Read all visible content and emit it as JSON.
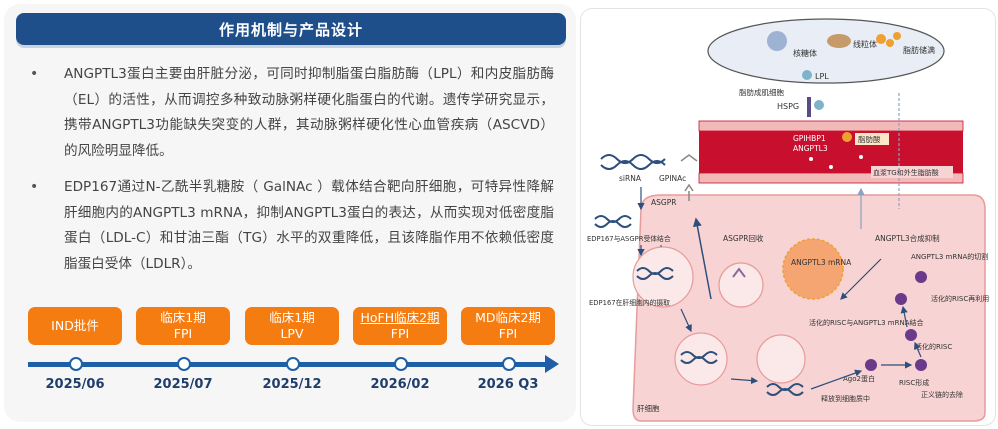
{
  "header": {
    "title": "作用机制与产品设计"
  },
  "bullets": [
    {
      "marker": "•",
      "text": "ANGPTL3蛋白主要由肝脏分泌，可同时抑制脂蛋白脂肪酶（LPL）和内皮脂肪酶（EL）的活性，从而调控多种致动脉粥样硬化脂蛋白的代谢。遗传学研究显示，携带ANGPTL3功能缺失突变的人群，其动脉粥样硬化性心血管疾病（ASCVD）的风险明显降低。"
    },
    {
      "marker": "•",
      "text": "EDP167通过N-乙酰半乳糖胺（ GalNAc ）载体结合靶向肝细胞，可特异性降解肝细胞内的ANGPTL3 mRNA，抑制ANGPTL3蛋白的表达，从而实现对低密度脂蛋白（LDL-C）和甘油三酯（TG）水平的双重降低，且该降脂作用不依赖低密度脂蛋白受体（LDLR）。"
    }
  ],
  "milestones": [
    {
      "label": "IND批件",
      "label2": "",
      "date": "2025/06"
    },
    {
      "label": "临床1期",
      "label2": "FPI",
      "date": "2025/07"
    },
    {
      "label": "临床1期",
      "label2": "LPV",
      "date": "2025/12"
    },
    {
      "label": "HoFH临床2期",
      "label2": "FPI",
      "date": "2026/02"
    },
    {
      "label": "MD临床2期",
      "label2": "FPI",
      "date": "2026 Q3"
    }
  ],
  "diagram": {
    "labels": {
      "nucleus": "核糖体",
      "mitochondria": "线粒体",
      "fat_storage": "脂肪储满",
      "lpl": "LPL",
      "adipocyte": "脂肪成肌细胞",
      "hspg": "HSPG",
      "gpihbp1": "GPIHBP1",
      "angptl3_top": "ANGPTL3",
      "fatty_acid": "脂肪酸",
      "bloodstream": "血浆TG和外生脂肪酸",
      "sirna": "siRNA",
      "galnac": "GPINAc",
      "asgpr": "ASGPR",
      "binding": "EDP167与ASGPR受体结合",
      "recycle": "ASGPR回收",
      "internalization": "EDP167在肝细胞内的摄取",
      "angptl3_mrna": "ANGPTL3 mRNA",
      "synthesis_inhibited": "ANGPTL3合成抑制",
      "cleavage": "ANGPTL3 mRNA的切割",
      "risc_reuse": "活化的RISC再利用",
      "risc_bind": "活化的RISC与ANGPTL3 mRNA结合",
      "risc_active": "活化的RISC",
      "ago2": "Ago2蛋白",
      "risc_form": "RISC形成",
      "sense_removal": "正义链的去除",
      "release": "释放到细胞质中",
      "hepatocyte": "肝细胞"
    },
    "colors": {
      "vessel": "#c8102e",
      "cell": "#f7d3d3",
      "cell_border": "#e79b9b",
      "adipocyte": "#e8edf6",
      "dashed_border": "#d67a7a"
    }
  }
}
